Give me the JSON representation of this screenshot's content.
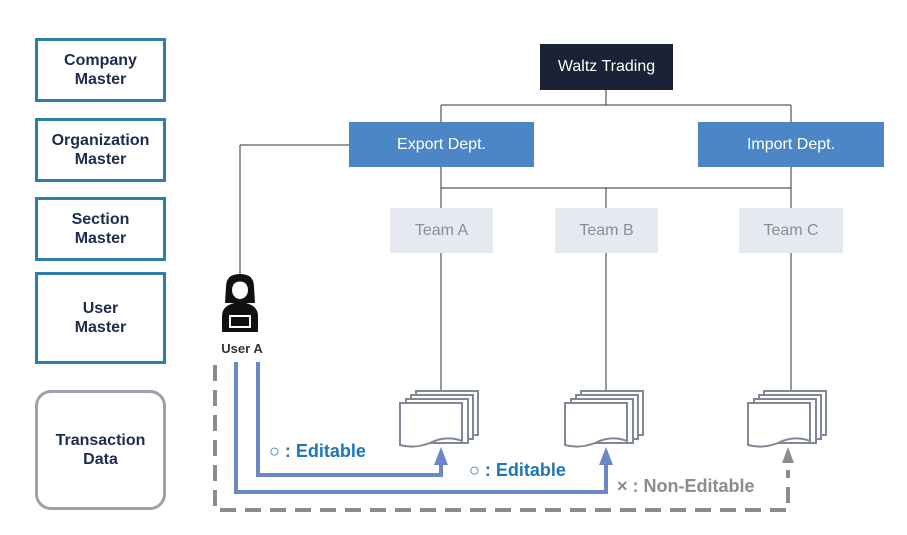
{
  "masters": {
    "company": "Company\nMaster",
    "organization": "Organization\nMaster",
    "section": "Section\nMaster",
    "user": "User\nMaster",
    "transaction": "Transaction\nData"
  },
  "org": {
    "root": "Waltz Trading",
    "export_dept": "Export Dept.",
    "import_dept": "Import Dept.",
    "team_a": "Team A",
    "team_b": "Team B",
    "team_c": "Team C"
  },
  "user": {
    "name": "User A"
  },
  "access": {
    "editable_a": "○ : Editable",
    "editable_b": "○ : Editable",
    "non_editable": "× : Non-Editable"
  },
  "colors": {
    "master_border": "#2e7eaa",
    "root_fill": "#1a2236",
    "dept_fill": "#4d86c6",
    "team_fill": "#e6e9ef",
    "editable_path": "#6d87c4",
    "non_editable_path": "#8c8c8c",
    "editable_text": "#1f76b7"
  },
  "icons": {
    "user": "user-icon",
    "document": "document-stack-icon"
  }
}
